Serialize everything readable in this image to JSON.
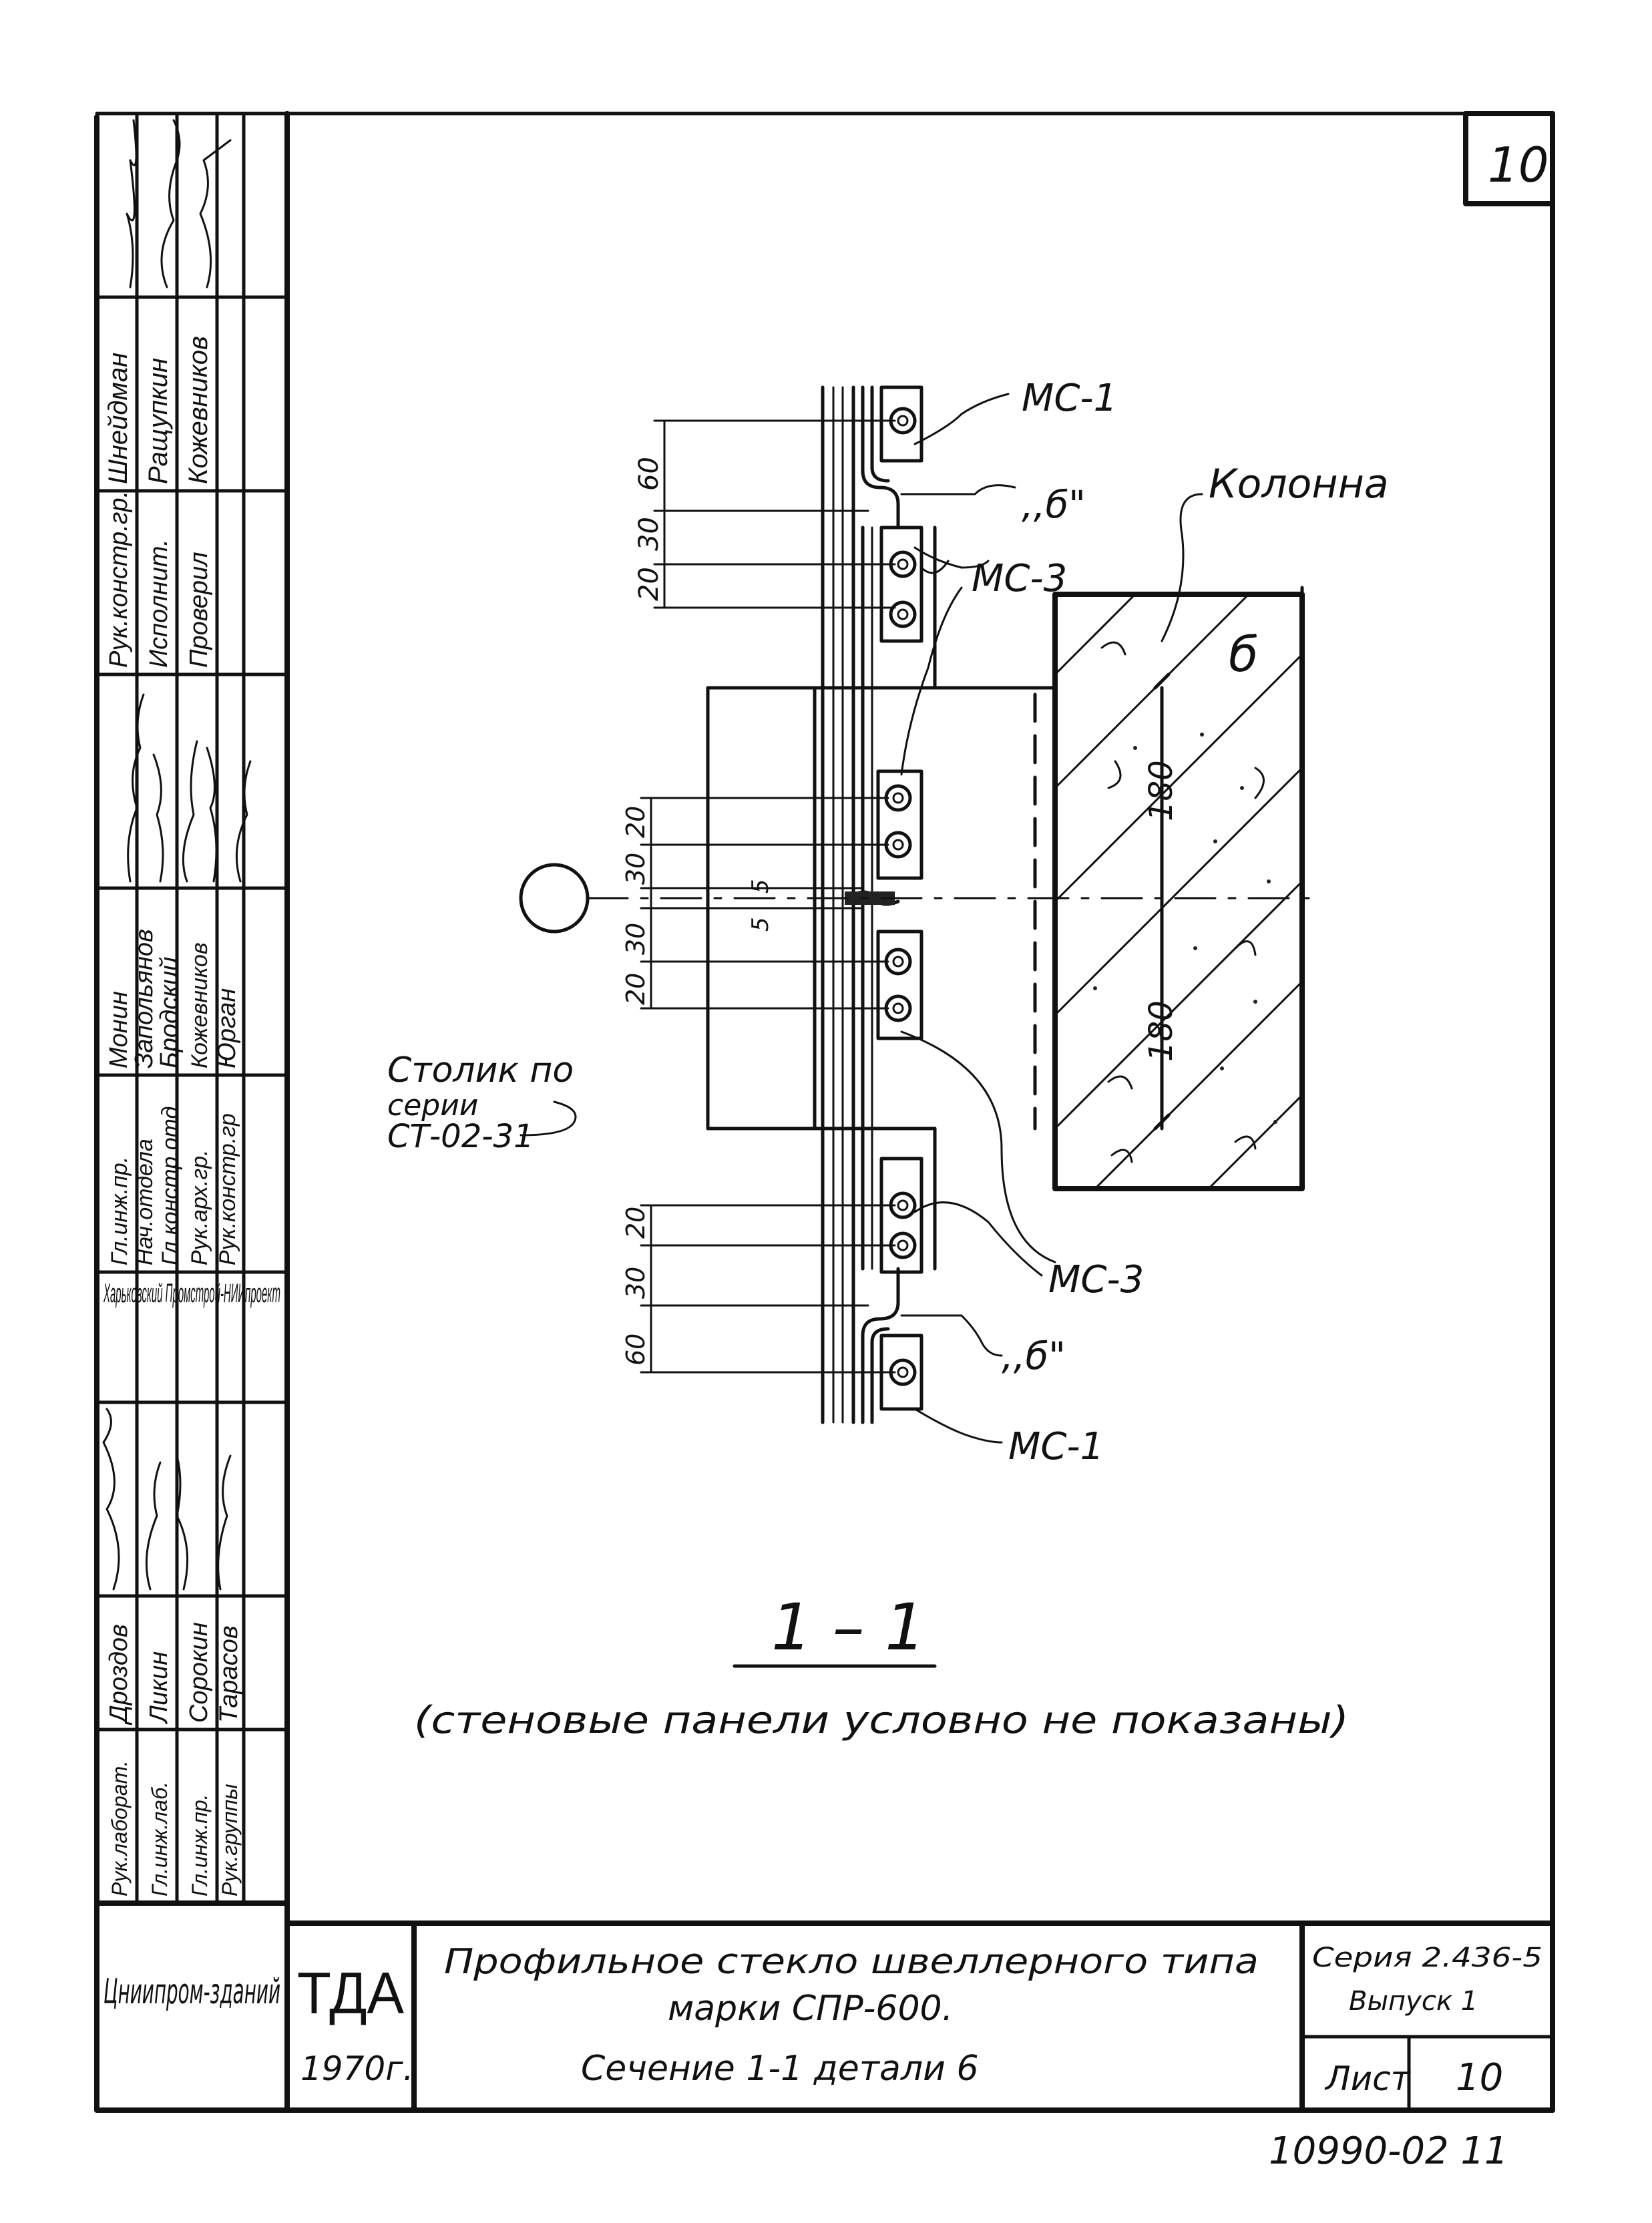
{
  "sheet": {
    "sheet_number_box": "10",
    "drawing_number": "10990-02 11"
  },
  "title_block": {
    "organization": "Цниипром-зданий",
    "code": "ТДА",
    "year": "1970г.",
    "title_line1": "Профильное стекло швеллерного типа",
    "title_line2": "марки СПР-600.",
    "title_line3": "Сечение 1-1 детали 6",
    "series_label": "Серия 2.436-5",
    "issue_label": "Выпуск 1",
    "sheet_label": "Лист",
    "sheet_value": "10"
  },
  "side_stamp": {
    "group_top": {
      "roles": [
        "Рук.констр.гр.",
        "Исполнит.",
        "Проверил"
      ],
      "names": [
        "Шнейдман",
        "Ращупкин",
        "Кожевников"
      ]
    },
    "group_middle": {
      "roles": [
        "Гл.инж.пр.",
        "Нач.отдела",
        "Гл.констр.отд",
        "Рук.арх.гр.",
        "Рук.констр.гр"
      ],
      "names": [
        "Монин",
        "Запольянов",
        "Бродский",
        "Кожевников",
        "Юрган"
      ]
    },
    "institute": "Харьковский Промстрой-НИИпроект",
    "group_bottom": {
      "roles": [
        "Рук.лаборат.",
        "Гл.инж.лаб.",
        "Гл.инж.пр.",
        "Рук.группы"
      ],
      "names": [
        "Дроздов",
        "Ликин",
        "Сорокин",
        "Тарасов"
      ]
    }
  },
  "drawing": {
    "labels": {
      "mc1_top": "МС-1",
      "mc1_bottom": "МС-1",
      "b_top": ",,б\"",
      "b_bottom": ",,б\"",
      "mc3_top": "МС-3",
      "mc3_bottom": "МС-3",
      "column": "Колонна",
      "column_letter": "б",
      "table_line1": "Столик по",
      "table_line2": "серии",
      "table_line3": "СТ-02-31"
    },
    "dimensions": {
      "top": [
        "60",
        "30",
        "20"
      ],
      "middle": [
        "20",
        "30",
        "5",
        "5",
        "30",
        "20"
      ],
      "bottom": [
        "20",
        "30",
        "60"
      ],
      "column_dim_upper": "180",
      "column_dim_lower": "180"
    },
    "section_title": "1 – 1",
    "section_note": "(стеновые панели условно не показаны)"
  }
}
